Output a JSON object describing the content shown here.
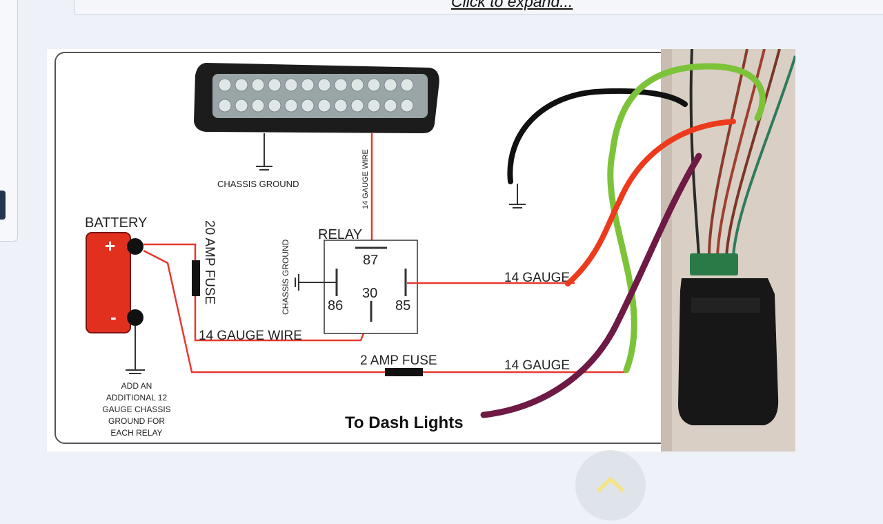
{
  "header": {
    "expand_link": "Click to expand..."
  },
  "diagram": {
    "labels": {
      "chassis_ground_top": "CHASSIS GROUND",
      "wire_87": "14 GAUGE WIRE",
      "battery": "BATTERY",
      "plus": "+",
      "minus": "-",
      "fuse_20": "20 AMP FUSE",
      "chassis_ground_relay": "CHASSIS GROUND",
      "relay": "RELAY",
      "pin_87": "87",
      "pin_86": "86",
      "pin_30": "30",
      "pin_85": "85",
      "wire_30": "14 GAUGE WIRE",
      "gauge_85": "14 GAUGE",
      "fuse_2": "2   AMP FUSE",
      "gauge_bottom": "14 GAUGE",
      "note_1": "ADD AN",
      "note_2": "ADDITIONAL 12",
      "note_3": "GAUGE CHASSIS",
      "note_4": "GROUND FOR",
      "note_5": "EACH RELAY",
      "dash_lights": "To Dash Lights"
    },
    "colors": {
      "wire_red": "#e8382e",
      "battery_red": "#e2301f",
      "marker_black": "#111111",
      "marker_green": "#7cc33a",
      "marker_orange": "#ee3a1c",
      "marker_purple": "#6e1a45",
      "photo_bg": "#d9cfc4"
    }
  }
}
